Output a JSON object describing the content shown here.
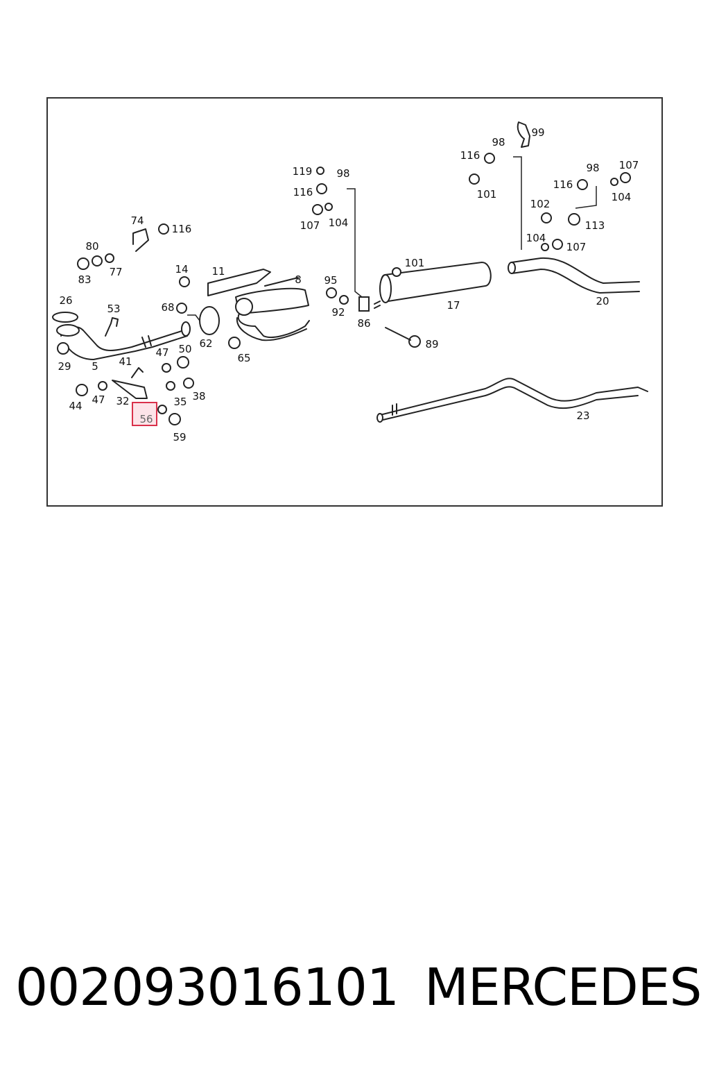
{
  "diagram": {
    "highlight_color": "#d9304a",
    "highlight_fill": "#fde3e8",
    "highlighted_callout": "56",
    "callouts": {
      "c5": "5",
      "c8": "8",
      "c11": "11",
      "c14": "14",
      "c17": "17",
      "c20": "20",
      "c23": "23",
      "c26": "26",
      "c29": "29",
      "c32": "32",
      "c35": "35",
      "c38": "38",
      "c41": "41",
      "c44": "44",
      "c47a": "47",
      "c47b": "47",
      "c50": "50",
      "c53": "53",
      "c56": "56",
      "c59": "59",
      "c62": "62",
      "c65": "65",
      "c68": "68",
      "c74": "74",
      "c77": "77",
      "c80": "80",
      "c83": "83",
      "c86": "86",
      "c89": "89",
      "c92": "92",
      "c95": "95",
      "c98a": "98",
      "c98b": "98",
      "c98c": "98",
      "c99": "99",
      "c101a": "101",
      "c101b": "101",
      "c102": "102",
      "c104a": "104",
      "c104b": "104",
      "c104c": "104",
      "c107a": "107",
      "c107b": "107",
      "c107c": "107",
      "c113": "113",
      "c116a": "116",
      "c116b": "116",
      "c116c": "116",
      "c116d": "116",
      "c119": "119"
    }
  },
  "caption": {
    "part_number": "002093016101",
    "brand": "MERCEDES"
  }
}
